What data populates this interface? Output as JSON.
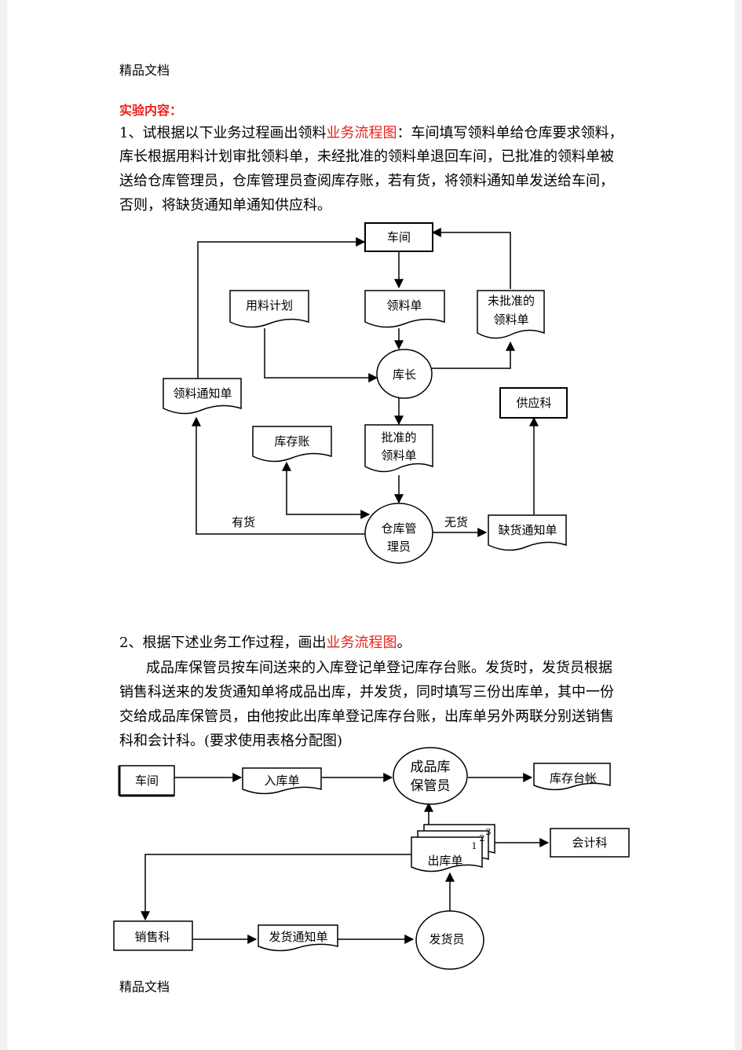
{
  "header": "精品文档",
  "footer": "精品文档",
  "section_title": "实验内容：",
  "q1": {
    "number": "1、",
    "lead": "试根据以下业务过程画出领料",
    "keyword": "业务流程图",
    "line1_rest": "：车间填写领料单给仓库要求领料，",
    "line2": "库长根据用料计划审批领料单，未经批准的领料单退回车间，已批准的领料单被",
    "line3": "送给仓库管理员，仓库管理员查阅库存账，若有货，将领料通知单发送给车间，",
    "line4": "否则，将缺货通知单通知供应科。"
  },
  "diagram1": {
    "workshop": "车间",
    "usage_plan": "用料计划",
    "requisition": "领料单",
    "unapproved_1": "未批准的",
    "unapproved_2": "领料单",
    "warehouse_head": "库长",
    "pick_notice": "领料通知单",
    "supply_dept": "供应科",
    "inventory_ledger": "库存账",
    "approved_1": "批准的",
    "approved_2": "领料单",
    "in_stock": "有货",
    "out_of_stock": "无货",
    "keeper_1": "仓库管",
    "keeper_2": "理员",
    "shortage_notice": "缺货通知单"
  },
  "q2": {
    "number": "2、",
    "lead": "根据下述业务工作过程，画出",
    "keyword": "业务流程图",
    "end": "。",
    "line1": "成品库保管员按车间送来的入库登记单登记库存台账。发货时，发货员根据",
    "line2": "销售科送来的发货通知单将成品出库，并发货，同时填写三份出库单，其中一份",
    "line3": "交给成品库保管员，由他按此出库单登记库存台账，出库单另外两联分别送销售",
    "line4": "科和会计科。(要求使用表格分配图)"
  },
  "diagram2": {
    "workshop": "车间",
    "receipt": "入库单",
    "keeper_1": "成品库",
    "keeper_2": "保管员",
    "stock_ledger": "库存台帐",
    "accounting": "会计科",
    "issue_slip": "出库单",
    "copy1": "1",
    "copy2": "2",
    "copy3": "3",
    "sales": "销售科",
    "ship_notice": "发货通知单",
    "shipper": "发货员"
  }
}
